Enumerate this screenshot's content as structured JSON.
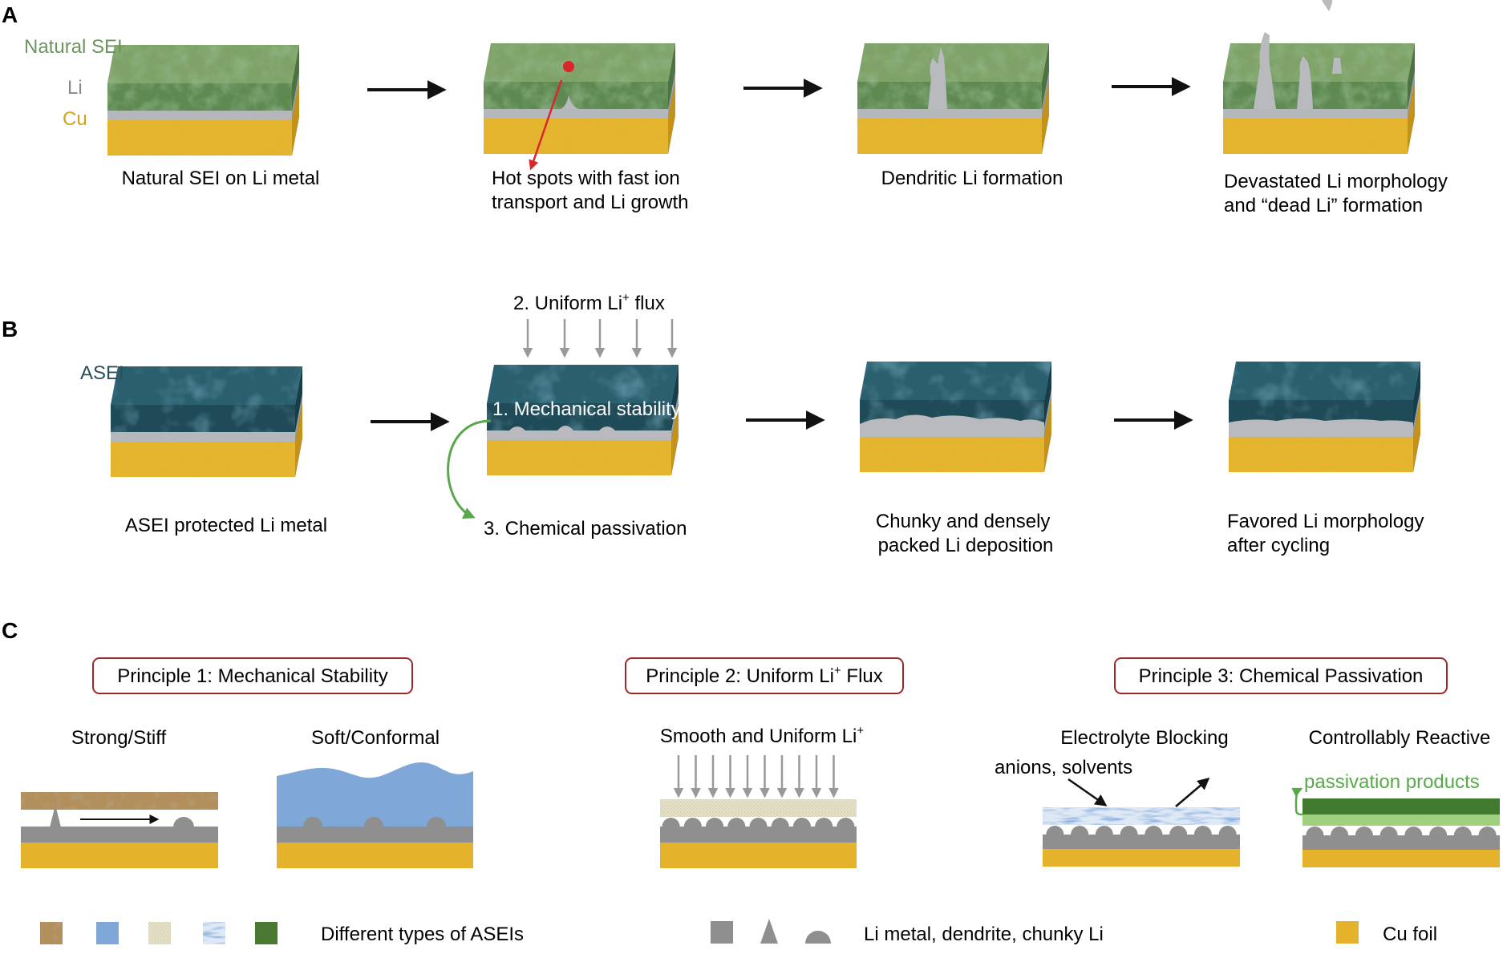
{
  "panels": {
    "A": {
      "letter": "A",
      "layer_labels": {
        "sei": "Natural SEI",
        "li": "Li",
        "cu": "Cu"
      },
      "captions": [
        [
          "Natural SEI on Li metal"
        ],
        [
          "Hot spots with fast ion",
          "transport and Li growth"
        ],
        [
          "Dendritic Li formation"
        ],
        [
          "Devastated Li morphology",
          "and “dead Li” formation"
        ]
      ]
    },
    "B": {
      "letter": "B",
      "layer_labels": {
        "asei": "ASEI"
      },
      "flux_label": {
        "pre": "2. Uniform Li",
        "sup": "+",
        "post": " flux"
      },
      "mechanical_label": "1. Mechanical stability",
      "chemical_label": "3. Chemical passivation",
      "captions": [
        [
          "ASEI protected Li metal"
        ],
        [],
        [
          "Chunky and densely",
          "packed Li deposition"
        ],
        [
          "Favored Li morphology",
          "after cycling"
        ]
      ]
    },
    "C": {
      "letter": "C",
      "principles": [
        {
          "pre": "Principle 1: Mechanical Stability",
          "sup": "",
          "post": ""
        },
        {
          "pre": "Principle 2: Uniform Li",
          "sup": "+",
          "post": " Flux"
        },
        {
          "pre": "Principle 3: Chemical Passivation",
          "sup": "",
          "post": ""
        }
      ],
      "subtitles": {
        "strong": "Strong/Stiff",
        "soft": "Soft/Conformal",
        "smooth": {
          "pre": "Smooth and Uniform Li",
          "sup": "+",
          "post": ""
        },
        "blocking": "Electrolyte Blocking",
        "reactive": "Controllably Reactive"
      },
      "annotations": {
        "anions": "anions, solvents",
        "passivation": "passivation products"
      },
      "legend": {
        "asei_types": "Different types of ASEIs",
        "li_types": "Li metal, dendrite, chunky Li",
        "cu": "Cu foil"
      }
    }
  },
  "colors": {
    "sei_green": "#7ea267",
    "asei_teal": "#2a5f6e",
    "li_gray": "#b5b8bb",
    "cu_gold": "#e5b22c",
    "arrow_black": "#111111",
    "hot_red": "#d8262b",
    "passivation_green": "#58a94a",
    "principle_border": "#9a2a2a",
    "flux_gray": "#999999",
    "li_metal_gray": "#8f8f8f",
    "label_green": "#6e9460",
    "label_teal": "#2d4e5c"
  }
}
